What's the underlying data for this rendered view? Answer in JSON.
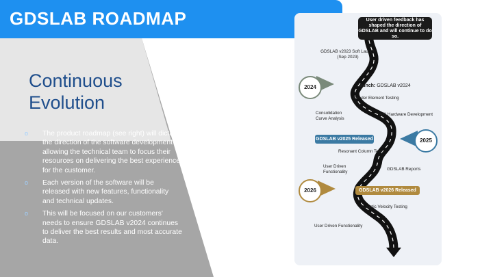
{
  "header": {
    "title": "GDSLAB ROADMAP"
  },
  "left": {
    "heading_line1": "Continuous",
    "heading_line2": "Evolution",
    "bullets": [
      "The product roadmap (see right) will dictate the direction of the software development allowing the technical team to focus their resources on delivering the best experience for the customer.",
      "Each version of the software will be released with new features, functionality and technical updates.",
      "This will be focused on our customers' needs to ensure GDSLAB v2024 continues to deliver the best results and most accurate data."
    ]
  },
  "roadmap": {
    "callout": "User driven feedback has shaped the direction of GDSLAB and will continue to do so.",
    "soft_launch": "GDSLAB v2023 Soft Launch (Sep 2023)",
    "year_2024": "2024",
    "launch_prefix": "Launch:",
    "launch_name": "GDSLAB v2024",
    "bender": "Bender Element Testing",
    "consolidation": "Consolidation Curve Analysis",
    "api": "API Hardware Development",
    "release_2025": "GDSLAB v2025 Released",
    "year_2025": "2025",
    "resonant": "Resonant Column Tests",
    "user_func": "User Driven Functionality",
    "reports": "GDSLAB Reports",
    "year_2026": "2026",
    "release_2026": "GDSLAB v2026 Released",
    "acoustic": "Acoustic Velocity Testing",
    "user_func2": "User Driven Functionality",
    "colors": {
      "blue_pill": "#3b7aa3",
      "gold_pill": "#b08a3e",
      "green_year": "#7a8a7a"
    }
  }
}
